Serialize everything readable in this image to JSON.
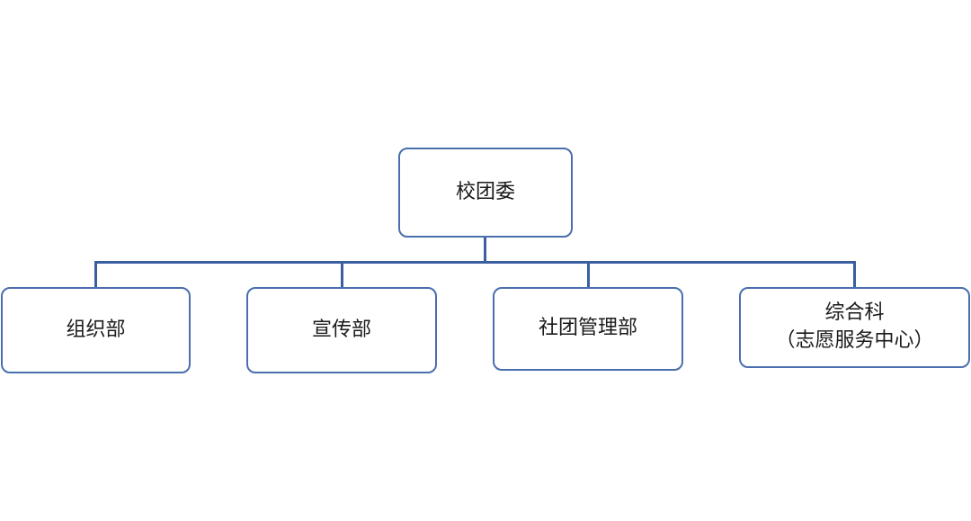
{
  "diagram": {
    "type": "org-chart",
    "line_color": "#3a5ea0",
    "box_border_color": "#4a6fae",
    "root": {
      "label": "校团委"
    },
    "children": [
      {
        "label": "组织部"
      },
      {
        "label": "宣传部"
      },
      {
        "label": "社团管理部"
      },
      {
        "label": "综合科",
        "sublabel": "（志愿服务中心）"
      }
    ]
  }
}
